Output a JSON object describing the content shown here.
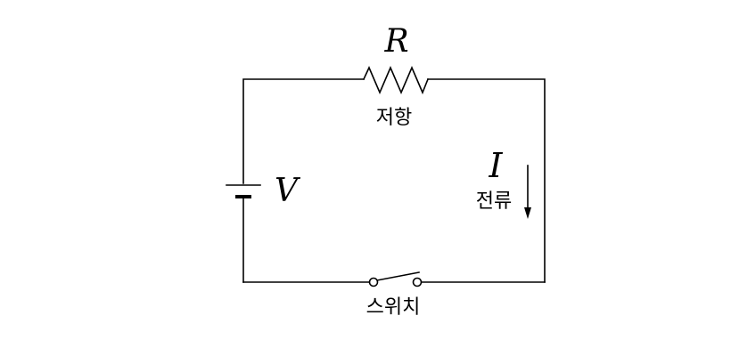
{
  "circuit": {
    "resistor": {
      "symbol": "R",
      "label": "저항"
    },
    "battery": {
      "symbol": "V"
    },
    "current": {
      "symbol": "I",
      "label": "전류"
    },
    "switch": {
      "label": "스위치"
    }
  },
  "colors": {
    "line": "#000000",
    "background": "#ffffff"
  }
}
